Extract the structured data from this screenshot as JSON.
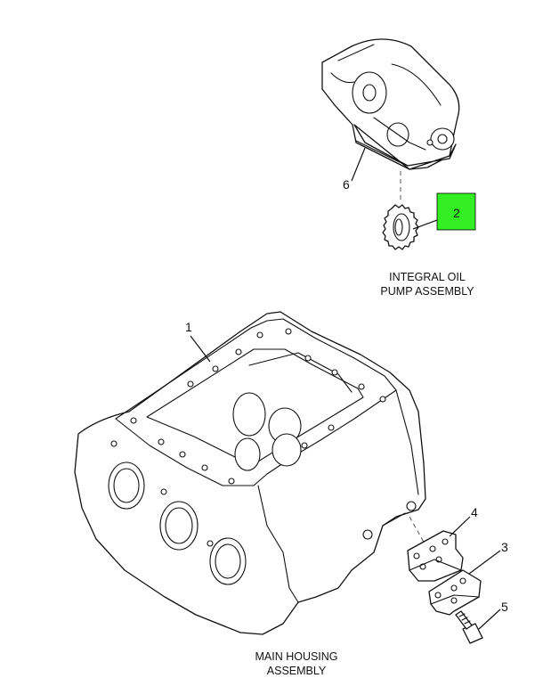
{
  "colors": {
    "highlight": "#33ee22",
    "line": "#111111",
    "background": "#ffffff"
  },
  "callouts": {
    "c1": "1",
    "c2": "2",
    "c3": "3",
    "c4": "4",
    "c5": "5",
    "c6": "6"
  },
  "captions": {
    "pump_line1": "INTEGRAL OIL",
    "pump_line2": "PUMP ASSEMBLY",
    "housing_line1": "MAIN HOUSING",
    "housing_line2": "ASSEMBLY"
  }
}
